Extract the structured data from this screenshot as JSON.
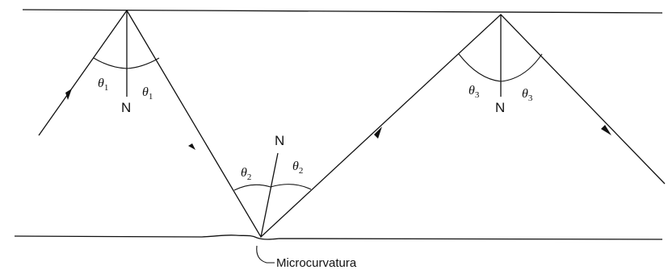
{
  "labels": {
    "normal": "N",
    "theta": "θ",
    "sub1": "1",
    "sub2": "2",
    "sub3": "3",
    "microbend": "Microcurvatura"
  },
  "colors": {
    "stroke": "#111111",
    "background": "#ffffff"
  }
}
